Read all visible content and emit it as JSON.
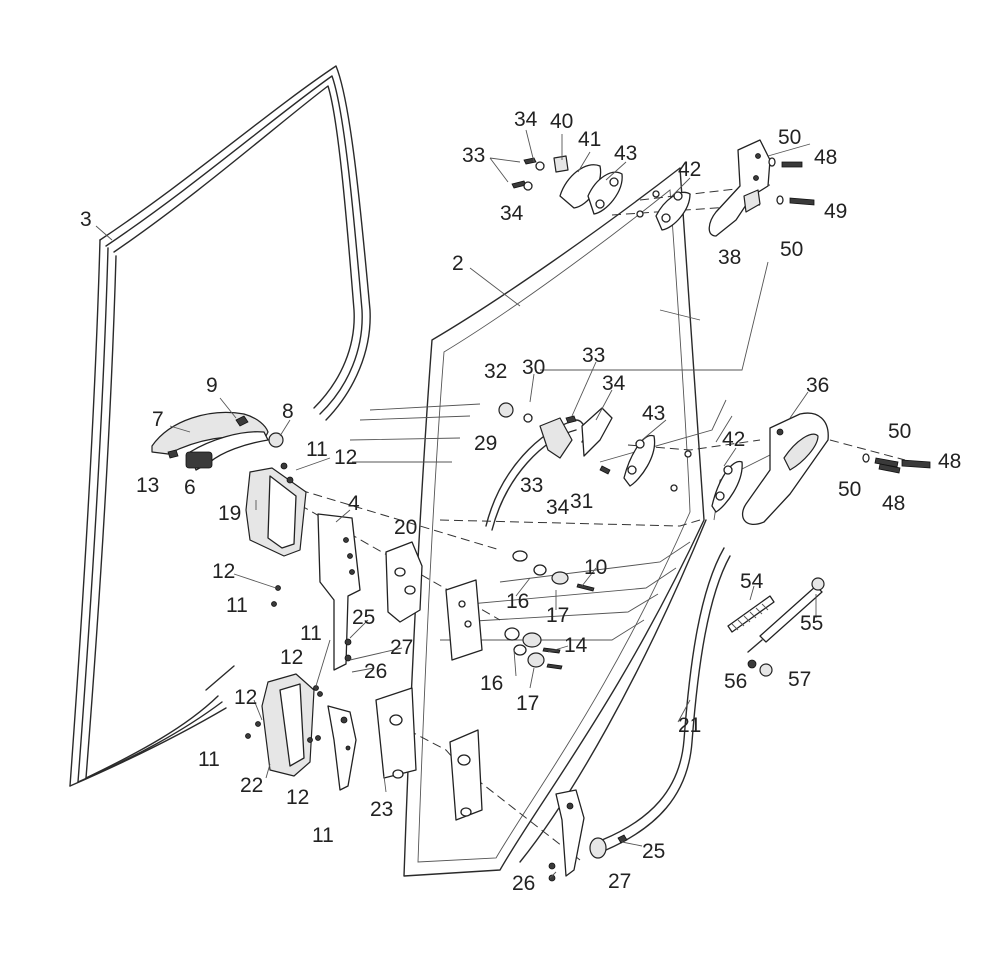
{
  "labels": {
    "l2": "2",
    "l3": "3",
    "l4": "4",
    "l6": "6",
    "l7": "7",
    "l8": "8",
    "l9": "9",
    "l10": "10",
    "l11a": "11",
    "l11b": "11",
    "l11c": "11",
    "l11d": "11",
    "l11e": "11",
    "l12a": "12",
    "l12b": "12",
    "l12c": "12",
    "l12d": "12",
    "l12e": "12",
    "l13": "13",
    "l14": "14",
    "l16a": "16",
    "l16b": "16",
    "l17a": "17",
    "l17b": "17",
    "l19": "19",
    "l20": "20",
    "l21": "21",
    "l22": "22",
    "l23": "23",
    "l25a": "25",
    "l25b": "25",
    "l26a": "26",
    "l26b": "26",
    "l27a": "27",
    "l27b": "27",
    "l29": "29",
    "l30": "30",
    "l31": "31",
    "l32": "32",
    "l33a": "33",
    "l33b": "33",
    "l33c": "33",
    "l34a": "34",
    "l34b": "34",
    "l34c": "34",
    "l34d": "34",
    "l36": "36",
    "l38": "38",
    "l40": "40",
    "l41": "41",
    "l42a": "42",
    "l42b": "42",
    "l43a": "43",
    "l43b": "43",
    "l48a": "48",
    "l48b": "48",
    "l48c": "48",
    "l49": "49",
    "l50a": "50",
    "l50b": "50",
    "l50c": "50",
    "l50d": "50",
    "l54": "54",
    "l55": "55",
    "l56": "56",
    "l57": "57"
  }
}
